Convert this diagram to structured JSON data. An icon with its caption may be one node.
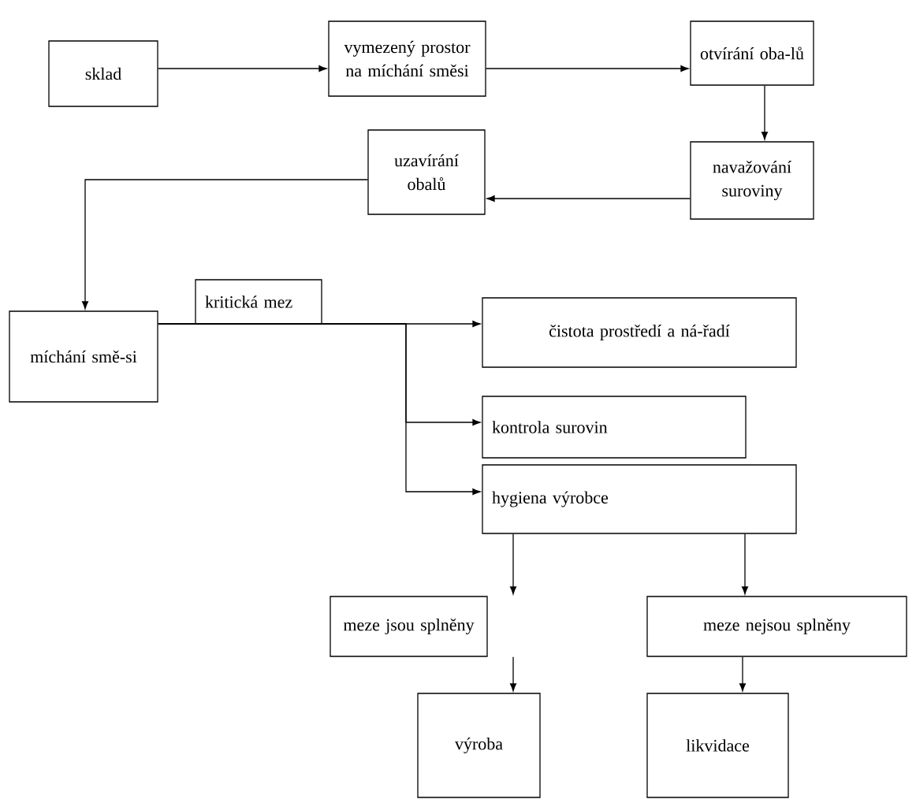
{
  "diagram": {
    "nodes": [
      {
        "text": [
          "sklad"
        ]
      },
      {
        "text": [
          "vymezený prostor na míchání směsi"
        ]
      },
      {
        "text": [
          "otvírání oba-lů"
        ]
      },
      {
        "text": [
          "navažování suroviny"
        ]
      },
      {
        "text": [
          "uzavírání obalů"
        ]
      },
      {
        "text": [
          "míchání smě-si"
        ]
      },
      {
        "text": [
          "kritická mez"
        ]
      },
      {
        "text": [
          "čistota prostředí a ná-řadí"
        ]
      },
      {
        "text": [
          "kontrola surovin"
        ]
      },
      {
        "text": [
          "hygiena výrobce"
        ]
      },
      {
        "text": [
          "meze jsou splněny"
        ]
      },
      {
        "text": [
          "meze nejsou splněny"
        ]
      },
      {
        "text": [
          "výroba"
        ]
      },
      {
        "text": [
          "likvidace"
        ]
      }
    ],
    "edges": [
      {
        "from": 0,
        "to": 1,
        "arrow": "to"
      },
      {
        "from": 1,
        "to": 2,
        "arrow": "to"
      },
      {
        "from": 2,
        "to": 3,
        "arrow": "to"
      },
      {
        "from": 3,
        "to": 4,
        "arrow": "to"
      },
      {
        "from": 4,
        "to": 5,
        "arrow": "to"
      },
      {
        "from": 5,
        "to": 7,
        "arrow": "to"
      },
      {
        "from": 5,
        "to": 8,
        "arrow": "to"
      },
      {
        "from": 5,
        "to": 9,
        "arrow": "to"
      },
      {
        "from": 9,
        "to": 10,
        "arrow": "to"
      },
      {
        "from": 9,
        "to": 11,
        "arrow": "to"
      },
      {
        "from": 10,
        "to": 12,
        "arrow": "to"
      },
      {
        "from": 11,
        "to": 13,
        "arrow": "to"
      }
    ]
  }
}
